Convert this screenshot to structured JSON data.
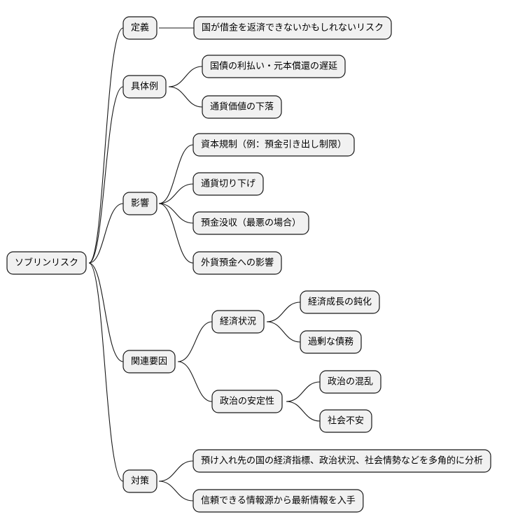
{
  "mindmap": {
    "root": "ソブリンリスク",
    "branches": {
      "definition": {
        "label": "定義",
        "items": {
          "d1": "国が借金を返済できないかもしれないリスク"
        }
      },
      "examples": {
        "label": "具体例",
        "items": {
          "e1": "国債の利払い・元本償還の遅延",
          "e2": "通貨価値の下落"
        }
      },
      "impact": {
        "label": "影響",
        "items": {
          "i1": "資本規制（例：預金引き出し制限）",
          "i2": "通貨切り下げ",
          "i3": "預金没収（最悪の場合）",
          "i4": "外貨預金への影響"
        }
      },
      "factors": {
        "label": "関連要因",
        "economy": {
          "label": "経済状況",
          "items": {
            "a1": "経済成長の鈍化",
            "a2": "過剰な債務"
          }
        },
        "politics": {
          "label": "政治の安定性",
          "items": {
            "b1": "政治の混乱",
            "b2": "社会不安"
          }
        }
      },
      "measures": {
        "label": "対策",
        "items": {
          "m1": "預け入れ先の国の経済指標、政治状況、社会情勢などを多角的に分析",
          "m2": "信頼できる情報源から最新情報を入手"
        }
      }
    }
  }
}
